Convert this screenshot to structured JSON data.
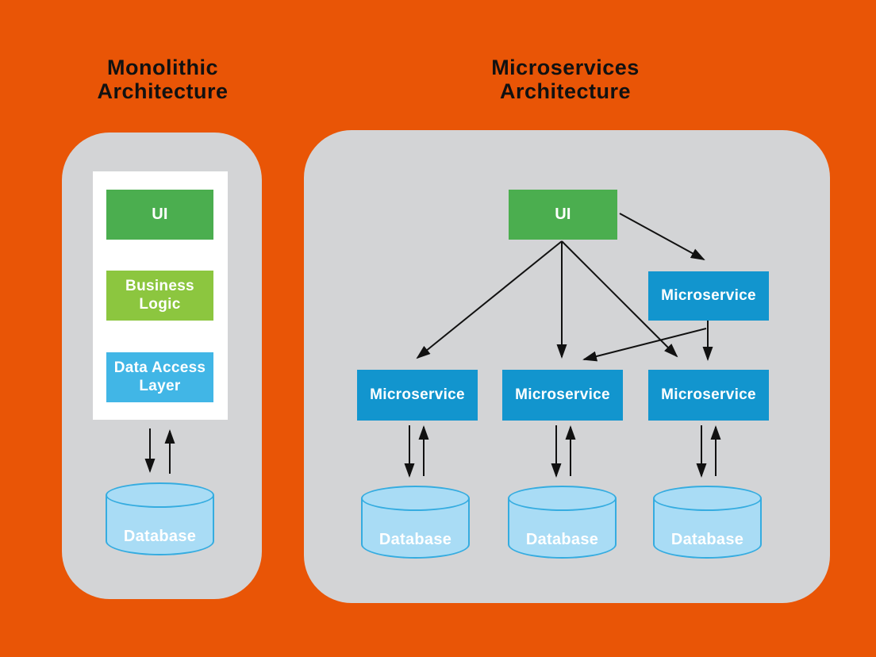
{
  "colors": {
    "bg": "#E95506",
    "panel": "#D3D4D6",
    "green": "#4BAE4F",
    "light_green": "#8CC63F",
    "light_blue": "#41B6E6",
    "blue": "#1295CE",
    "db_fill": "#A9DCF5",
    "db_stroke": "#35ACE0",
    "white_box": "#FFFFFF",
    "ink": "#111111"
  },
  "monolith": {
    "title": "Monolithic\nArchitecture",
    "ui_label": "UI",
    "business_logic_label": "Business Logic",
    "data_access_label": "Data Access Layer",
    "database_label": "Database"
  },
  "microservices": {
    "title": "Microservices\nArchitecture",
    "ui_label": "UI",
    "top_service_label": "Microservice",
    "services": [
      "Microservice",
      "Microservice",
      "Microservice"
    ],
    "databases": [
      "Database",
      "Database",
      "Database"
    ]
  }
}
